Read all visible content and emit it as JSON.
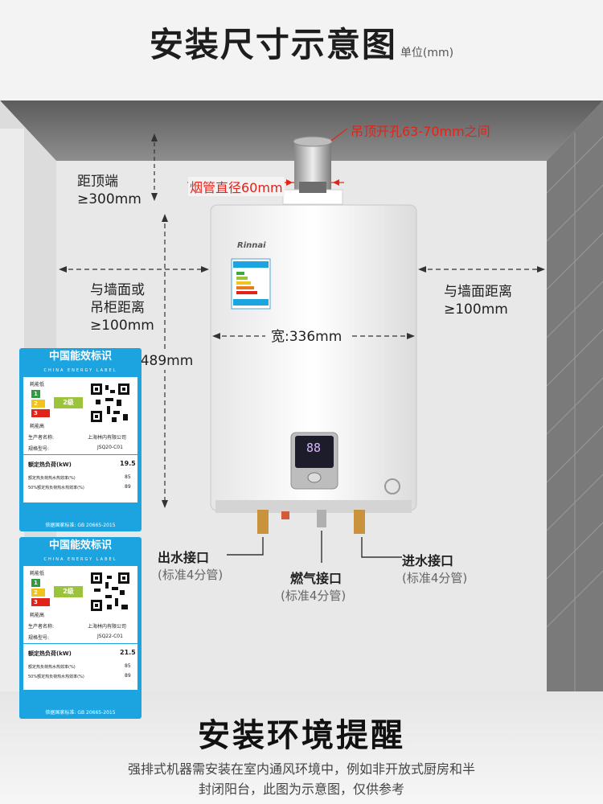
{
  "title": "安装尺寸示意图",
  "unit": "单位(mm)",
  "ceiling_hole": "吊顶开孔63-70mm之间",
  "flue_diameter": "烟管直径60mm",
  "top_clearance": [
    "距顶端",
    "≥300mm"
  ],
  "left_clearance": [
    "与墙面或",
    "吊柜距离",
    "≥100mm"
  ],
  "right_clearance": [
    "与墙面距离",
    "≥100mm"
  ],
  "width": "宽:336mm",
  "height": "高:489mm",
  "brand": "Rinnai",
  "display_digits": "88",
  "ports": {
    "outlet": {
      "name": "出水接口",
      "sub": "(标准4分管)"
    },
    "gas": {
      "name": "燃气接口",
      "sub": "(标准4分管)"
    },
    "inlet": {
      "name": "进水接口",
      "sub": "(标准4分管)"
    }
  },
  "energy_labels": [
    {
      "header": "中国能效标识",
      "header_en": "CHINA ENERGY LABEL",
      "low": "耗能低",
      "high": "耗能高",
      "grade": "2级",
      "manufacturer_label": "生产者名称:",
      "manufacturer": "上海林内有限公司",
      "model_label": "规格型号:",
      "model": "JSQ20-C01",
      "load_label": "额定热负荷(kW)",
      "load": "19.5",
      "eff1_label": "额定热负荷热水热效率(%)",
      "eff1": "85",
      "eff2_label": "50%额定热负荷热水热效率(%)",
      "eff2": "89",
      "standard": "依据国家标准: GB 20665-2015"
    },
    {
      "header": "中国能效标识",
      "header_en": "CHINA ENERGY LABEL",
      "low": "耗能低",
      "high": "耗能高",
      "grade": "2级",
      "manufacturer_label": "生产者名称:",
      "manufacturer": "上海林内有限公司",
      "model_label": "规格型号:",
      "model": "JSQ22-C01",
      "load_label": "额定热负荷(kW)",
      "load": "21.5",
      "eff1_label": "额定热负荷热水热效率(%)",
      "eff1": "85",
      "eff2_label": "50%额定热负荷热水热效率(%)",
      "eff2": "89",
      "standard": "依据国家标准: GB 20665-2015"
    }
  ],
  "bottom_title": "安装环境提醒",
  "note_lines": [
    "强排式机器需安装在室内通风环境中，例如非开放式厨房和半",
    "封闭阳台，此图为示意图，仅供参考"
  ],
  "colors": {
    "accent_red": "#e2231a",
    "label_blue": "#1ba4df",
    "wall": "#e9e9e9",
    "ceiling": "#6b6b6b"
  }
}
